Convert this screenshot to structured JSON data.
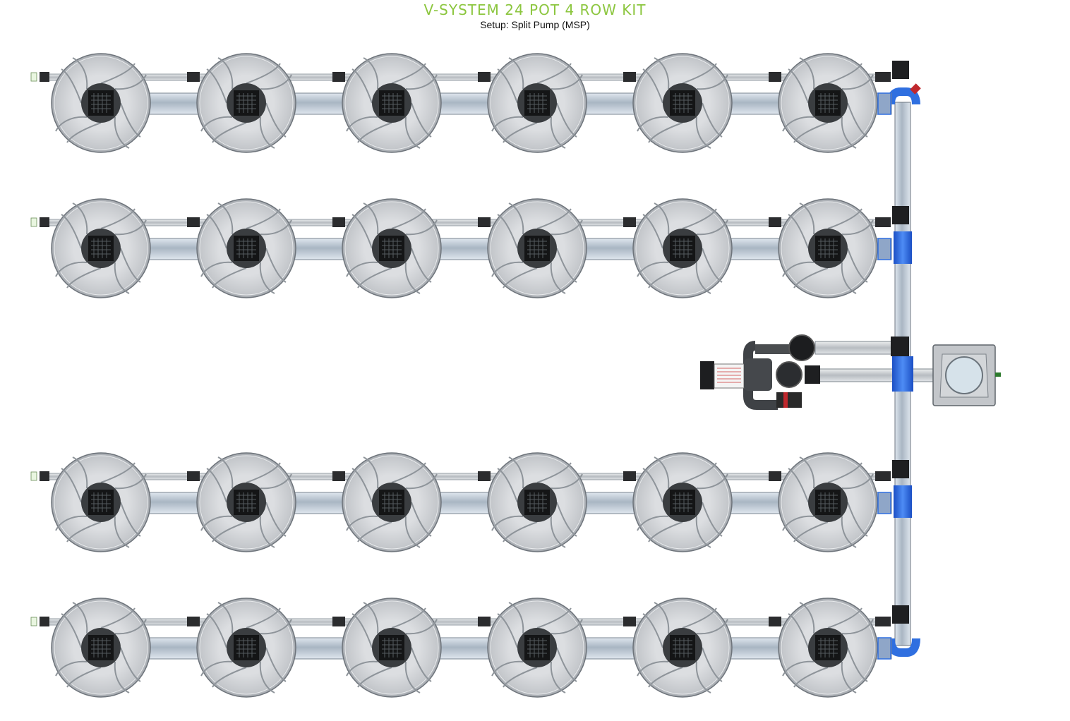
{
  "header": {
    "title": "V-SYSTEM 24 POT 4 ROW KIT",
    "subtitle": "Setup: Split Pump (MSP)"
  },
  "colors": {
    "title": "#8cc63f",
    "pipe_blue": "#2f6fe0",
    "pot_gray": "#cfd1d4",
    "tube_steel": "#aeb9c4",
    "dark_fitting": "#2a2a2a",
    "valve_red": "#c0282d"
  },
  "layout_counts": {
    "rows": 4,
    "pots_per_row": 6
  }
}
